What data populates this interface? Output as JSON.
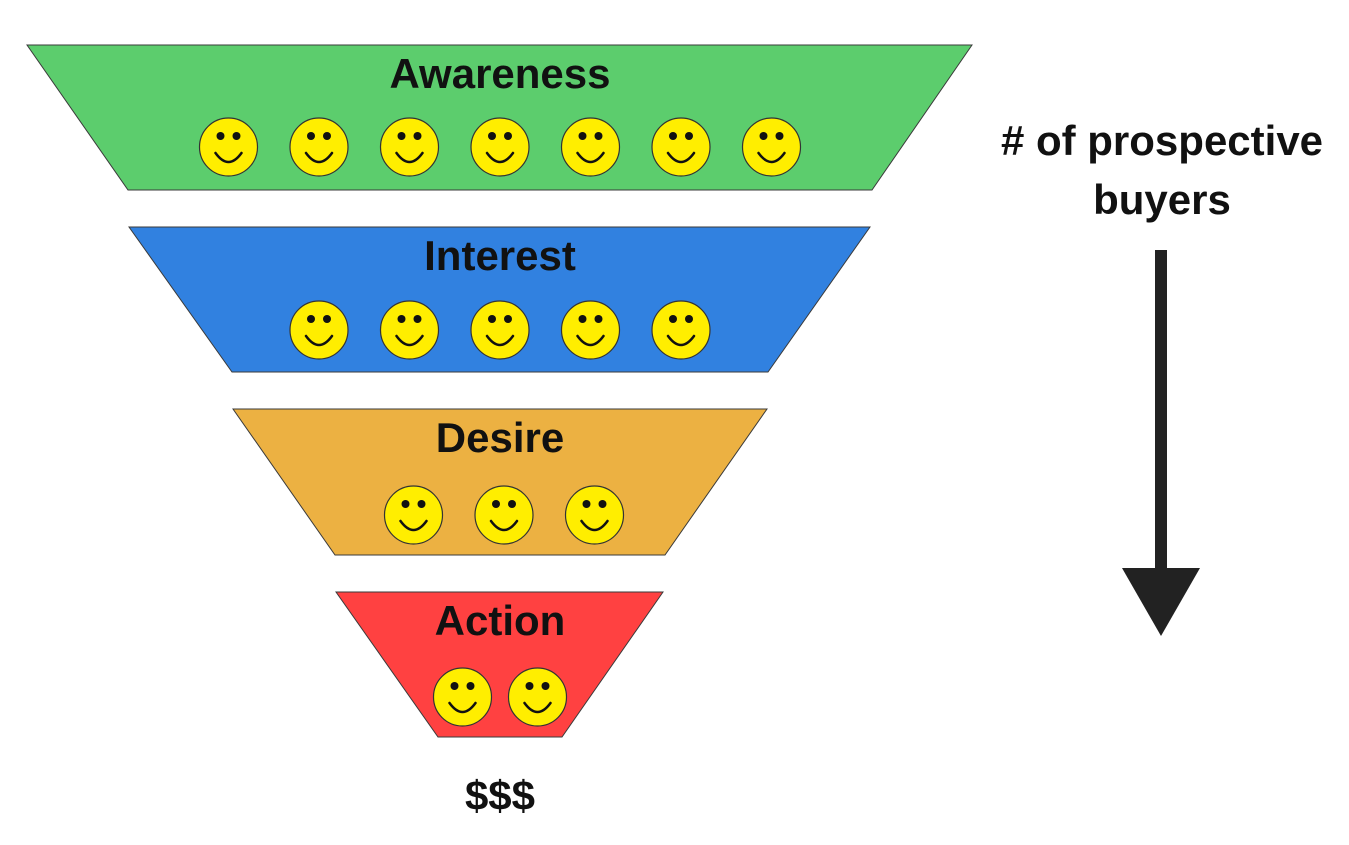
{
  "stages": [
    {
      "label": "Awareness",
      "color": "#5ccd6d",
      "people": 7
    },
    {
      "label": "Interest",
      "color": "#3181e0",
      "people": 5
    },
    {
      "label": "Desire",
      "color": "#ecb142",
      "people": 3
    },
    {
      "label": "Action",
      "color": "#ff4141",
      "people": 2
    }
  ],
  "outcome_label": "$$$",
  "axis": {
    "line1": "# of prospective",
    "line2": "buyers",
    "direction": "down"
  },
  "smiley_icon": "smiley-face-icon",
  "smiley_color": "#ffee00"
}
